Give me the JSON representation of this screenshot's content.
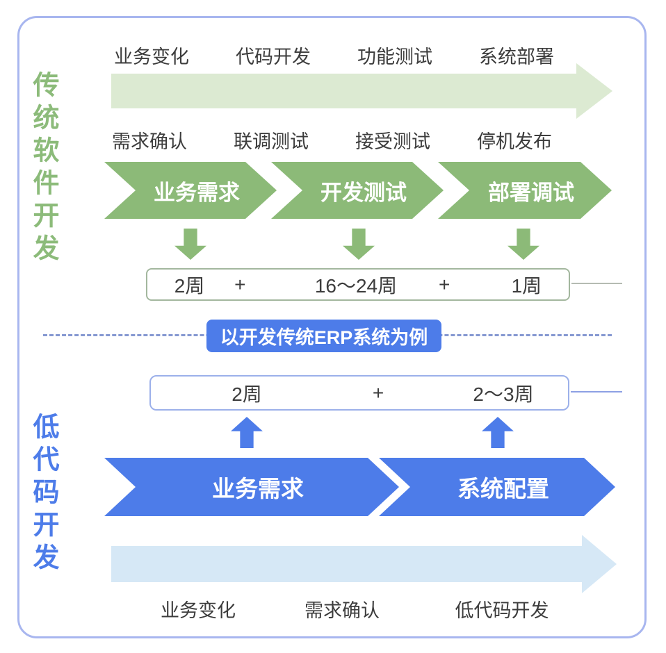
{
  "frame": {
    "border_color": "#a8b6ef"
  },
  "traditional": {
    "title": "传统软件开发",
    "title_color": "#8cbb7a",
    "stage_color": "#8cba78",
    "flow_arrow_color": "#dcead2",
    "top_labels": [
      "业务变化",
      "代码开发",
      "功能测试",
      "系统部署"
    ],
    "mid_labels": [
      "需求确认",
      "联调测试",
      "接受测试",
      "停机发布"
    ],
    "stages": [
      "业务需求",
      "开发测试",
      "部署调试"
    ],
    "duration_items": [
      "2周",
      "+",
      "16～24周",
      "+",
      "1周"
    ]
  },
  "example_badge": {
    "label": "以开发传统ERP系统为例",
    "bg_color": "#4d7ce9"
  },
  "lowcode": {
    "title": "低代码开发",
    "title_color": "#4d7ce9",
    "stage_color": "#4d7ce9",
    "flow_arrow_color": "#d6e8f6",
    "duration_items": [
      "2周",
      "+",
      "2～3周"
    ],
    "stages": [
      "业务需求",
      "系统配置"
    ],
    "bottom_labels": [
      "业务变化",
      "需求确认",
      "低代码开发"
    ]
  }
}
